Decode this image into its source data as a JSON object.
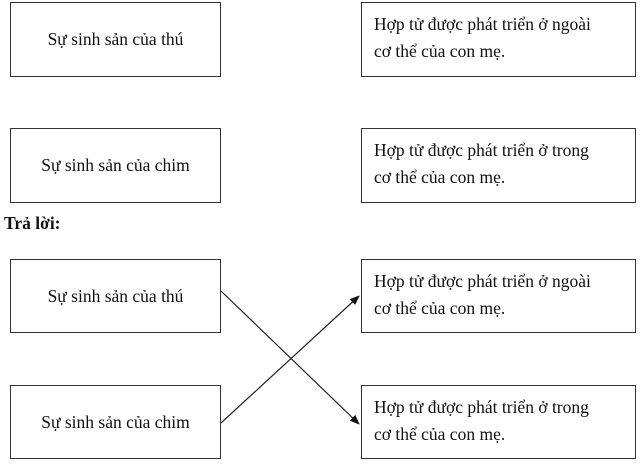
{
  "question": {
    "left": [
      {
        "label": "Sự sinh sản của thú"
      },
      {
        "label": "Sự sinh sản của chim"
      }
    ],
    "right": [
      {
        "line1": "Hợp tử được phát triển ở ngoài",
        "line2": "cơ thể của con mẹ."
      },
      {
        "line1": "Hợp tử được phát triển ở trong",
        "line2": "cơ thể của con mẹ."
      }
    ]
  },
  "answer_heading": "Trả lời:",
  "answer": {
    "left": [
      {
        "label": "Sự sinh sản của thú"
      },
      {
        "label": "Sự sinh sản của chim"
      }
    ],
    "right": [
      {
        "line1": "Hợp tử được phát triển ở ngoài",
        "line2": "cơ thể của con mẹ."
      },
      {
        "line1": "Hợp tử được phát triển ở trong",
        "line2": "cơ thể của con mẹ."
      }
    ],
    "connections": [
      {
        "from": "Sự sinh sản của thú",
        "to": "Hợp tử được phát triển ở trong cơ thể của con mẹ."
      },
      {
        "from": "Sự sinh sản của chim",
        "to": "Hợp tử được phát triển ở ngoài cơ thể của con mẹ."
      }
    ]
  },
  "colors": {
    "border": "#333333",
    "text": "#111111",
    "background": "#ffffff"
  }
}
